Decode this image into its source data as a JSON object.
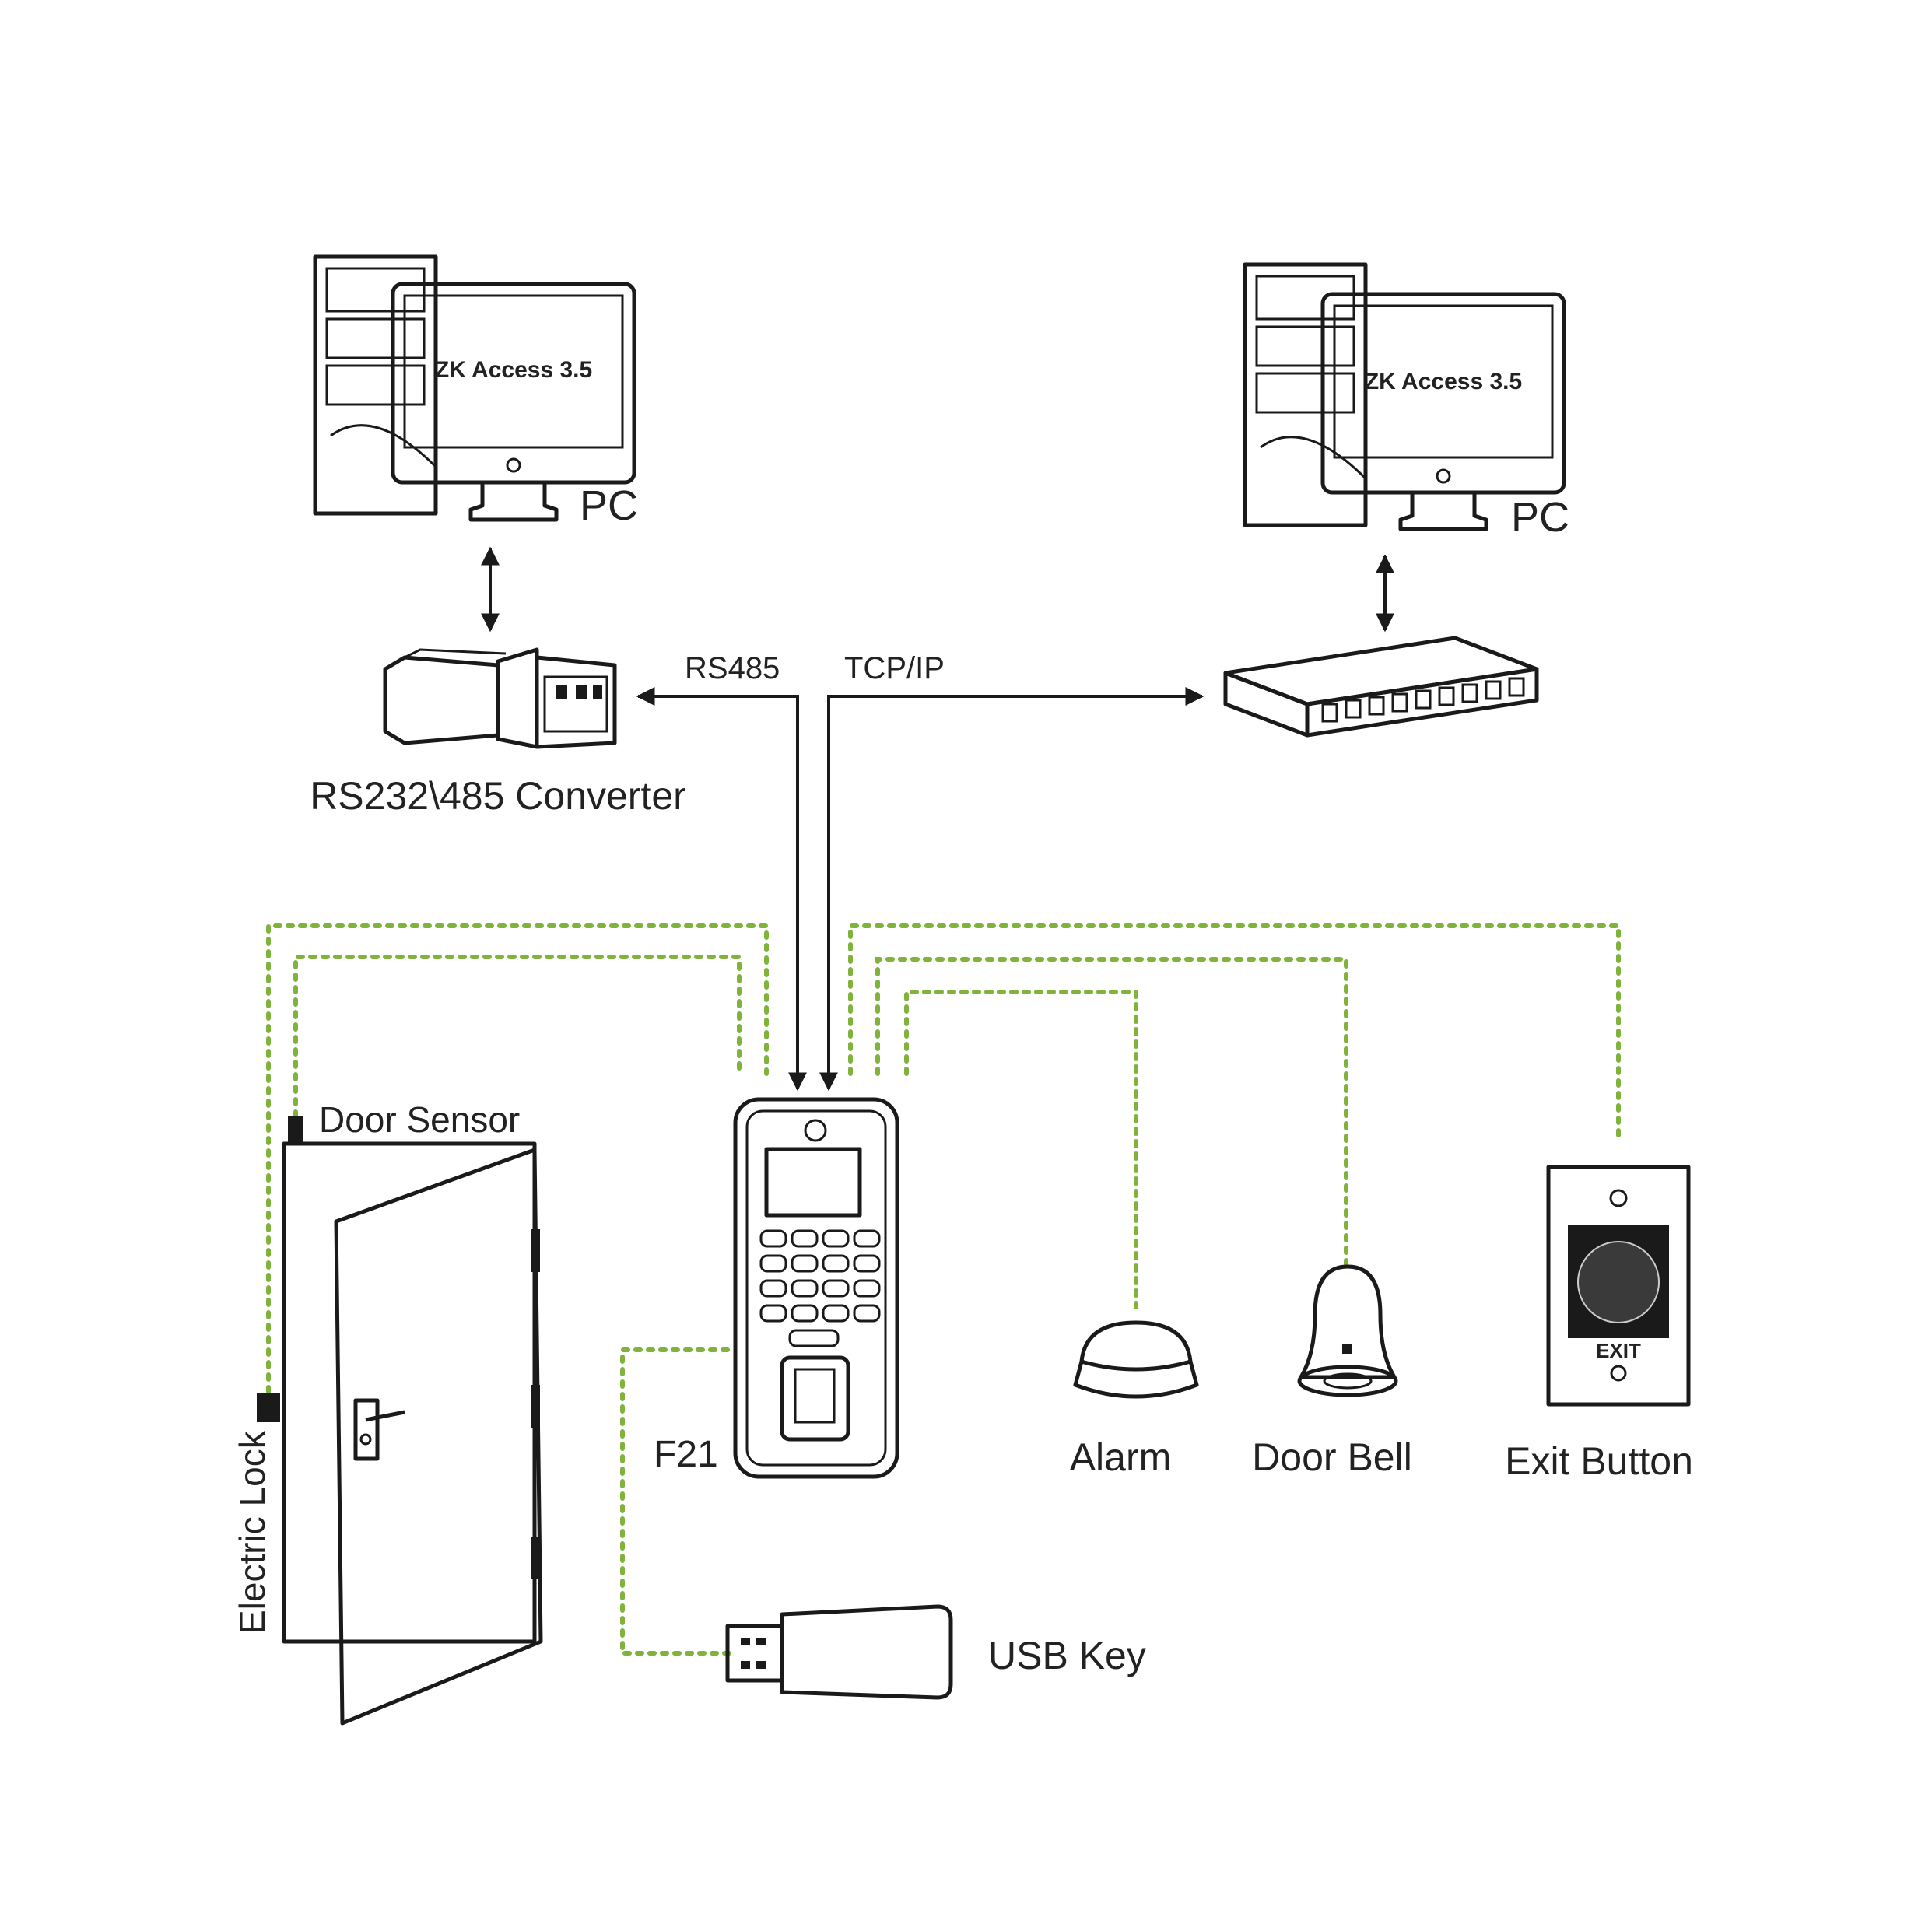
{
  "colors": {
    "ink": "#1a1a1a",
    "wire": "#7fb33b",
    "background": "#ffffff"
  },
  "left_pc": {
    "screen_text": "ZK Access 3.5",
    "label": "PC"
  },
  "right_pc": {
    "screen_text": "ZK Access 3.5",
    "label": "PC"
  },
  "converter": {
    "label": "RS232\\485 Converter"
  },
  "links": {
    "rs485": "RS485",
    "tcpip": "TCP/IP"
  },
  "device": {
    "label": "F21"
  },
  "door_sensor": {
    "label": "Door Sensor"
  },
  "electric_lock": {
    "label": "Electric Lock"
  },
  "alarm": {
    "label": "Alarm"
  },
  "door_bell": {
    "label": "Door Bell"
  },
  "exit_button": {
    "label": "Exit Button",
    "plate_text": "EXIT"
  },
  "usb_key": {
    "label": "USB Key"
  }
}
